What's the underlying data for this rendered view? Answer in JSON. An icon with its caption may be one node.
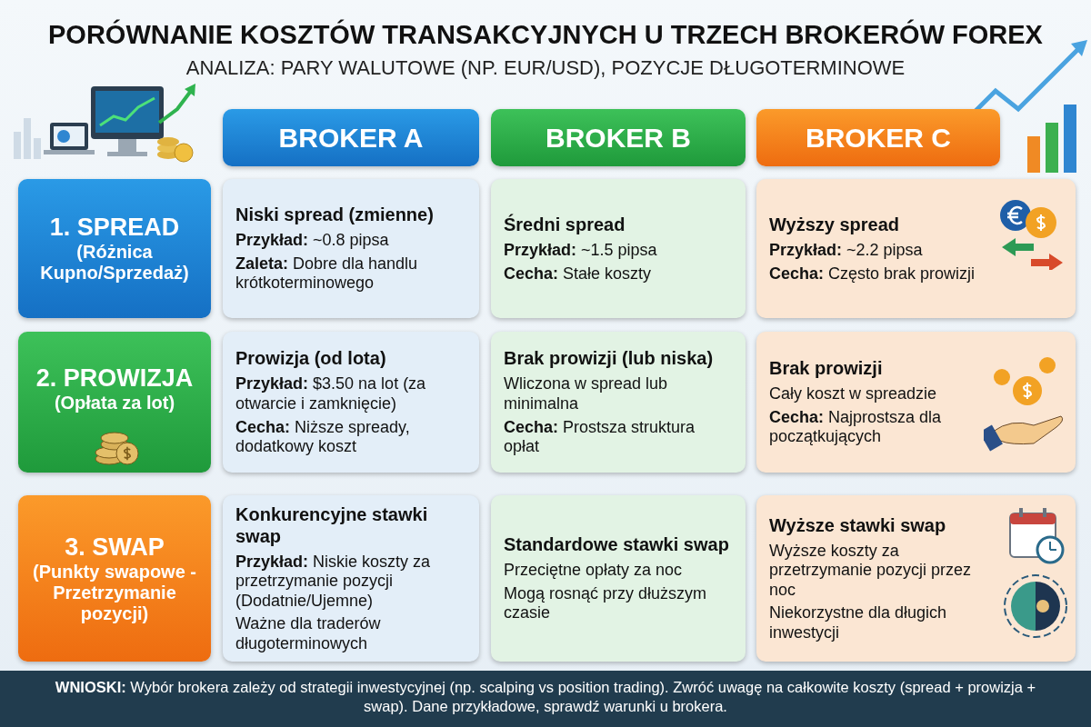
{
  "diagram": {
    "title": "PORÓWNANIE KOSZTÓW TRANSAKCYJNYCH U TRZECH BROKERÓW FOREX",
    "caption": "**WNIOSKI:** Wybór brokera zależy od strategii inwestycyjnej (np. scalping vs position trading). Zwróć uwagę na całkowite koszty (spread + prowizja + swap). Dane przykładowe, sprawdź warunki u brokera.",
    "nodes": [
      {
        "text": [
          "BROKER A"
        ]
      },
      {
        "text": [
          "BROKER B"
        ]
      },
      {
        "text": [
          "BROKER C"
        ]
      },
      {
        "text": [
          "1. SPREAD",
          "(Różnica Kupno/Sprzedaż)"
        ]
      },
      {
        "text": [
          "Niski spread (zmienne)",
          "**Przykład:** ~0.8 pipsa",
          "**Zaleta:** Dobre dla handlu krótkoterminowego"
        ]
      },
      {
        "text": [
          "Średni spread",
          "**Przykład:** ~1.5 pipsa",
          "**Cecha:** Stałe koszty"
        ]
      },
      {
        "text": [
          "Wyższy spread",
          "**Przykład:** ~2.2 pipsa",
          "**Cecha:** Często brak prowizji"
        ]
      },
      {
        "text": [
          "2. PROWIZJA",
          "(Opłata za lot)"
        ]
      },
      {
        "text": [
          "Prowizja (od lota)",
          "**Przykład:** $3.50 na lot (za otwarcie i zamknięcie)",
          "**Cecha:** Niższe spready, dodatkowy koszt"
        ]
      },
      {
        "text": [
          "Brak prowizji (lub niska)",
          "Wliczona w spread lub minimalna",
          "**Cecha:** Prostsza struktura opłat"
        ]
      },
      {
        "text": [
          "Brak prowizji",
          "Cały koszt w spreadzie",
          "**Cecha:** Najprostsza dla początkujących"
        ]
      },
      {
        "text": [
          "3. SWAP",
          "(Punkty swapowe - Przetrzymanie pozycji)"
        ]
      },
      {
        "text": [
          "Konkurencyjne stawki swap",
          "**Przykład:** Niskie koszty za przetrzymanie pozycji (Dodatnie/Ujemne)",
          "Ważne dla traderów długoterminowych"
        ]
      },
      {
        "text": [
          "Standardowe stawki swap",
          "Przeciętne opłaty za noc",
          "Mogą rosnąć przy dłuższym czasie"
        ]
      },
      {
        "text": [
          "Wyższe stawki swap",
          "Wyższe koszty za przetrzymanie pozycji przez noc",
          "Niekorzystne dla długich inwestycji"
        ]
      }
    ],
    "labels": [
      "ANALIZA: PARY WALUTOWE (NP. EUR/USD), POZYCJE DŁUGOTERMINOWE"
    ]
  }
}
